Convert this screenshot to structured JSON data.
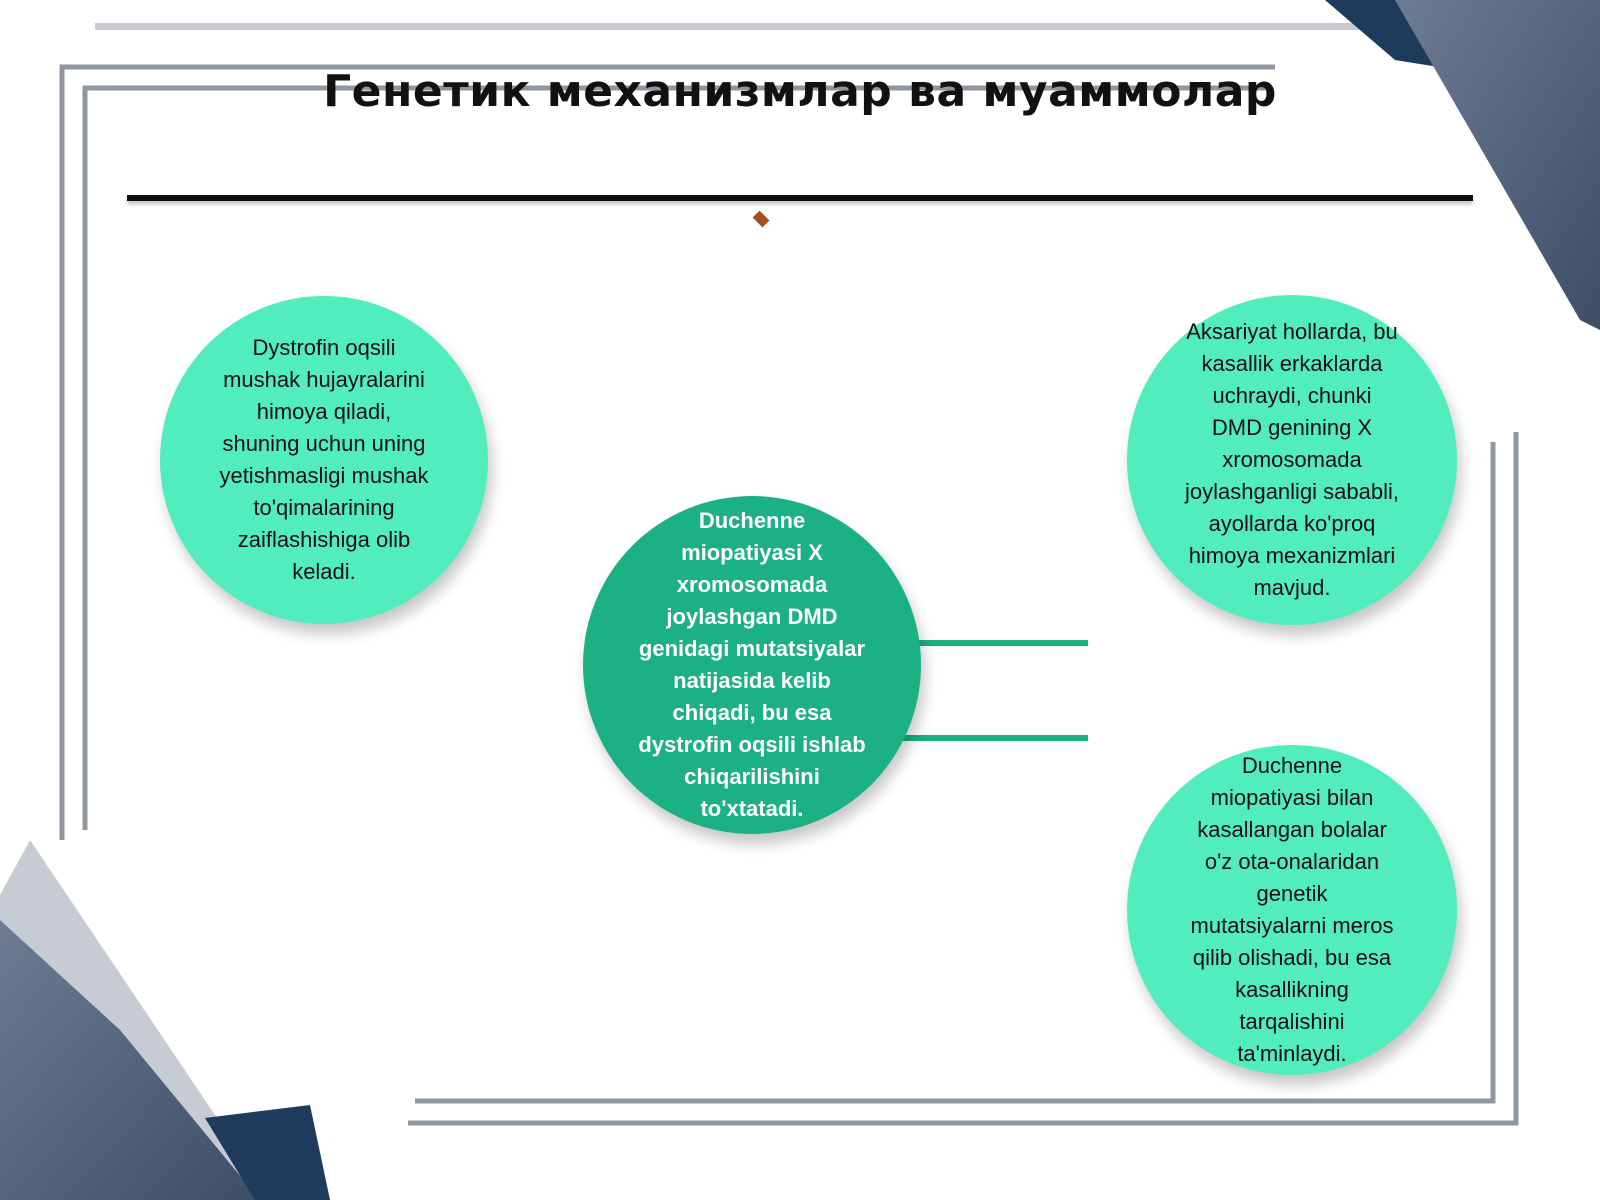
{
  "title": "Генетик механизмлар ва муаммолар",
  "diagram": {
    "center": {
      "text": "Duchenne\nmiopatiyasi X\nxromosomada\njoylashgan DMD\ngenidagi mutatsiyalar\nnatijasida kelib\nchiqadi, bu esa\ndystrofin oqsili ishlab\nchiqarilishini\nto'xtatadi."
    },
    "nodes": [
      {
        "text": "Dystrofin oqsili\nmushak hujayralarini\nhimoya qiladi,\nshuning uchun uning\nyetishmasligi mushak\nto'qimalarining\nzaiflashishiga olib\nkeladi."
      },
      {
        "text": "Aksariyat hollarda, bu\nkasallik erkaklarda\nuchraydi, chunki\nDMD genining X\nxromosomada\njoylashganligi sababli,\nayollarda ko'proq\nhimoya mexanizmlari\nmavjud."
      },
      {
        "text": "Duchenne\nmiopatiyasi bilan\nkasallangan bolalar\no'z ota-onalaridan\ngenetik\nmutatsiyalarni meros\nqilib olishadi, bu esa\nkasallikning\ntarqalishini\nta'minlaydi."
      }
    ]
  },
  "colors": {
    "node_fill": "#52edbd",
    "center_fill": "#1cb183",
    "accent_dark": "#1f3b5c",
    "accent_slate": "#5a6b82",
    "diamond": "#a0501e"
  }
}
